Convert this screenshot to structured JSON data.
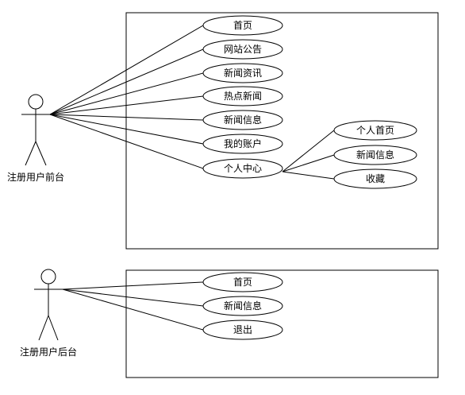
{
  "front": {
    "actor": "注册用户前台",
    "use_cases": [
      "首页",
      "网站公告",
      "新闻资讯",
      "热点新闻",
      "新闻信息",
      "我的账户",
      "个人中心"
    ],
    "sub_use_cases": [
      "个人首页",
      "新闻信息",
      "收藏"
    ]
  },
  "back": {
    "actor": "注册用户后台",
    "use_cases": [
      "首页",
      "新闻信息",
      "退出"
    ]
  }
}
